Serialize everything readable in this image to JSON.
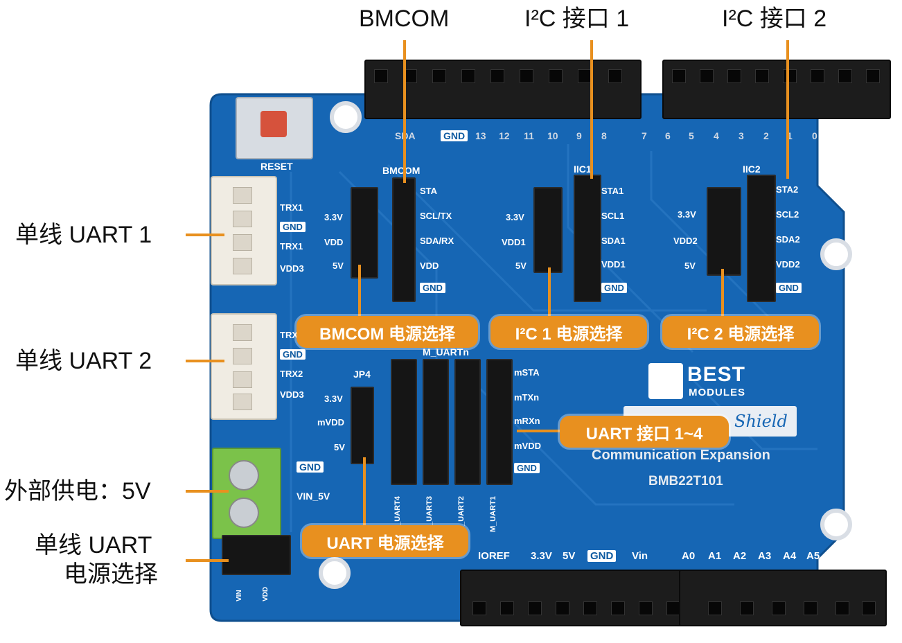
{
  "labels": {
    "bmcom": "BMCOM",
    "i2c1": "I²C 接口 1",
    "i2c2": "I²C 接口 2",
    "uart1": "单线 UART 1",
    "uart2": "单线 UART 2",
    "ext_power": "外部供电：5V",
    "uart_sel_line1": "单线 UART",
    "uart_sel_line2": "电源选择"
  },
  "pills": {
    "bmcom_power": "BMCOM 电源选择",
    "i2c1_power": "I²C 1 电源选择",
    "i2c2_power": "I²C 2 电源选择",
    "uart_port": "UART 接口 1~4",
    "uart_power": "UART 电源选择"
  },
  "board": {
    "reset": "RESET",
    "top_pins": [
      "SDA",
      "GND",
      "13",
      "12",
      "11",
      "10",
      "9",
      "8",
      "7",
      "6",
      "5",
      "4",
      "3",
      "2",
      "1",
      "0"
    ],
    "bmcom_hdr": "BMCOM",
    "bmcom_pins": [
      "STA",
      "SCL/TX",
      "SDA/RX",
      "VDD",
      "GND"
    ],
    "iic1_hdr": "IIC1",
    "iic1_pins": [
      "STA1",
      "SCL1",
      "SDA1",
      "VDD1",
      "GND"
    ],
    "iic2_hdr": "IIC2",
    "iic2_pins": [
      "STA2",
      "SCL2",
      "SDA2",
      "VDD2",
      "GND"
    ],
    "jp_left": [
      "3.3V",
      "VDD",
      "5V"
    ],
    "jp1": [
      "3.3V",
      "VDD1",
      "5V"
    ],
    "jp2": [
      "3.3V",
      "VDD2",
      "5V"
    ],
    "uart1_pins": [
      "TRX1",
      "GND",
      "TRX1",
      "VDD3"
    ],
    "uart2_pins": [
      "TRX2",
      "GND",
      "TRX2",
      "VDD3"
    ],
    "jp4": "JP4",
    "jp4_pins": [
      "3.3V",
      "mVDD",
      "5V"
    ],
    "m_uart_hdr": "M_UARTn",
    "m_pins": [
      "mSTA",
      "mTXn",
      "mRXn",
      "mVDD",
      "GND"
    ],
    "m_cols": [
      "M_UART4",
      "M_UART3",
      "M_UART2",
      "M_UART1"
    ],
    "brand1": "BEST",
    "brand2": "MODULES",
    "shield": "Shield",
    "comm": "Communication Expansion",
    "model": "BMB22T101",
    "gnd": "GND",
    "vin5": "VIN_5V",
    "bottom_pins": [
      "IOREF",
      "3.3V",
      "5V",
      "GND",
      "Vin"
    ],
    "analog_pins": [
      "A0",
      "A1",
      "A2",
      "A3",
      "A4",
      "A5"
    ],
    "vin_sel": [
      "VIN",
      "VDD"
    ]
  },
  "colors": {
    "board_blue": "#1666b4",
    "accent_orange": "#e8901f",
    "terminal_green": "#7bc24a"
  }
}
